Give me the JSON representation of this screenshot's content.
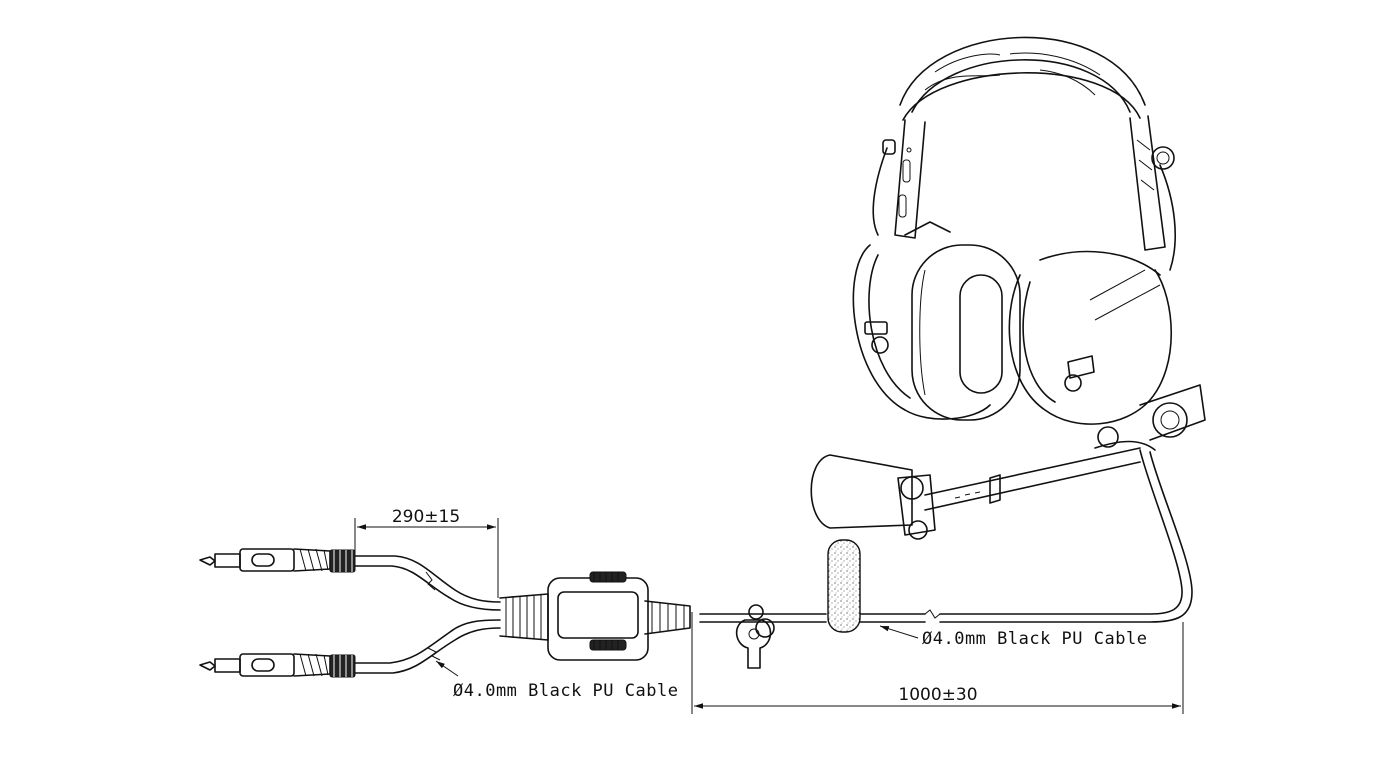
{
  "dimensions": {
    "split_length": "290±15",
    "main_length": "1000±30"
  },
  "callouts": {
    "lower_cable": "Ø4.0mm Black PU Cable",
    "main_cable": "Ø4.0mm Black PU Cable"
  },
  "colors": {
    "line": "#111111",
    "background": "#ffffff"
  }
}
